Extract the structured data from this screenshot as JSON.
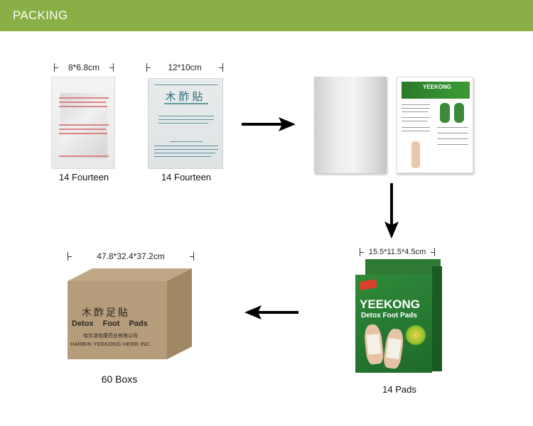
{
  "header": {
    "title": "PACKING",
    "background": "#8aaf46"
  },
  "items": [
    {
      "id": "inner-pouch",
      "dimension": "8*6.8cm",
      "caption": "14 Fourteen"
    },
    {
      "id": "paper-sachet",
      "dimension": "12*10cm",
      "caption": "14 Fourteen",
      "print_title": "木酢貼"
    },
    {
      "id": "foil-and-manual",
      "manual_brand": "YEEKONG"
    },
    {
      "id": "retail-box",
      "dimension": "15.5*11.5*4.5cm",
      "caption": "14 Pads",
      "brand": "YEEKONG",
      "subtitle": "Detox Foot Pads"
    },
    {
      "id": "shipping-carton",
      "dimension": "47.8*32.4*37.2cm",
      "caption": "60 Boxs",
      "print_cn": "木酢足貼",
      "print_en": "Detox Foot Pads",
      "print_cn2": "哈尔滨怡康药业有限公司",
      "print_company": "HARBIN YEEKONG HERB INC."
    }
  ],
  "arrows": [
    {
      "id": "arrow-right",
      "direction": "right"
    },
    {
      "id": "arrow-down",
      "direction": "down"
    },
    {
      "id": "arrow-left",
      "direction": "left"
    }
  ]
}
